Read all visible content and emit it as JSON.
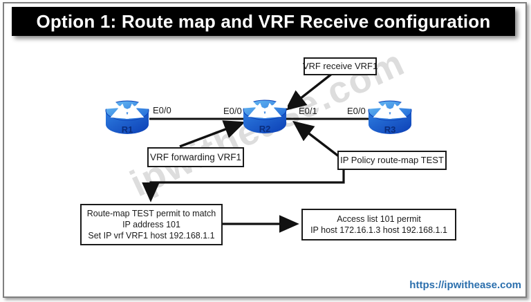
{
  "title": "Option 1: Route map and VRF Receive configuration",
  "watermark": "ipwithease.com",
  "footer": {
    "url": "https://ipwithease.com"
  },
  "colors": {
    "title_bg": "#000000",
    "title_fg": "#ffffff",
    "router_top_light": "#6cc0f5",
    "router_top_dark": "#1b63d6",
    "router_body_light": "#2e7de0",
    "router_body_dark": "#0c3fb5",
    "router_label": "#0a2d7d",
    "box_border": "#1a1a1a",
    "arrow": "#111111",
    "watermark": "#c2c2c2",
    "url_link": "#2b6fad"
  },
  "devices": [
    {
      "label": "R1"
    },
    {
      "label": "R2"
    },
    {
      "label": "R3"
    }
  ],
  "interfaces": [
    {
      "device": "R1",
      "label": "E0/0"
    },
    {
      "device": "R2",
      "label": "E0/0"
    },
    {
      "device": "R2",
      "label": "E0/1"
    },
    {
      "device": "R3",
      "label": "E0/0"
    }
  ],
  "annotations": {
    "vrf_receive": "VRF receive VRF1",
    "vrf_forwarding": "VRF forwarding VRF1",
    "ip_policy": "IP Policy route-map TEST",
    "route_map": {
      "line1": "Route-map TEST permit to match",
      "line2": "IP address 101",
      "line3": "Set IP vrf VRF1 host 192.168.1.1"
    },
    "access_list": {
      "line1": "Access list 101 permit",
      "line2": "IP host 172.16.1.3 host 192.168.1.1"
    }
  }
}
